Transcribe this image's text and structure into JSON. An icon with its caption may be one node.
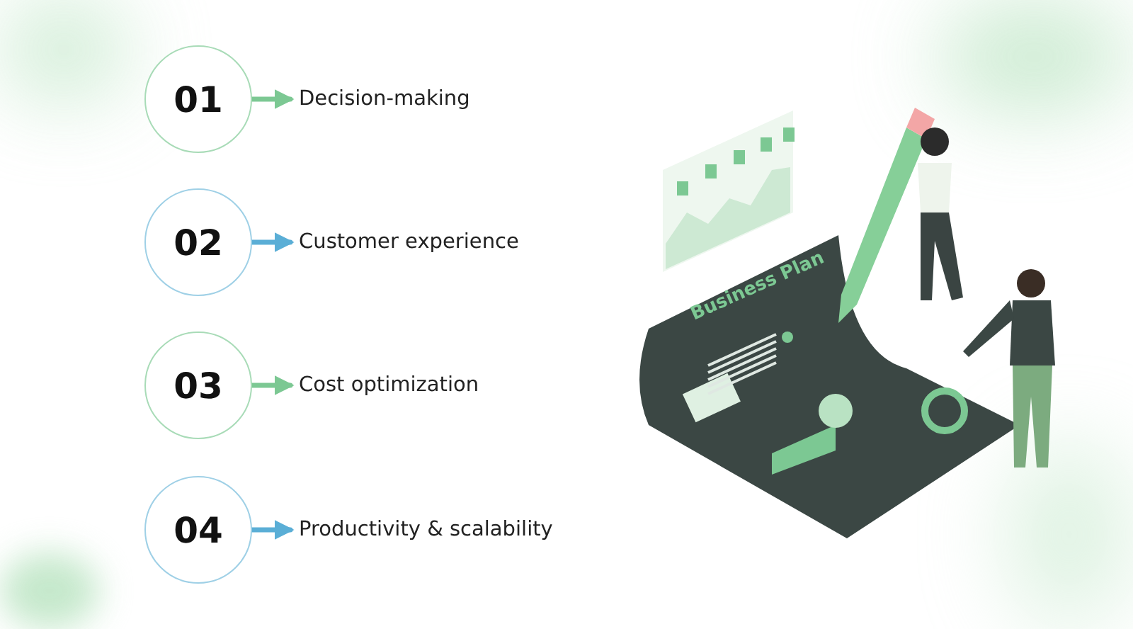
{
  "diagram": {
    "nodes": [
      {
        "text": [
          "01"
        ]
      },
      {
        "text": [
          "Decision-making"
        ]
      },
      {
        "text": [
          "02"
        ]
      },
      {
        "text": [
          "Customer experience"
        ]
      },
      {
        "text": [
          "03"
        ]
      },
      {
        "text": [
          "Cost optimization"
        ]
      },
      {
        "text": [
          "04"
        ]
      },
      {
        "text": [
          "Productivity & scalability"
        ]
      }
    ],
    "edges": [
      {
        "from": 0,
        "to": 1,
        "arrow": "to",
        "color": "#7cc893"
      },
      {
        "from": 2,
        "to": 3,
        "arrow": "to",
        "color": "#5aaed6"
      },
      {
        "from": 4,
        "to": 5,
        "arrow": "to",
        "color": "#7cc893"
      },
      {
        "from": 6,
        "to": 7,
        "arrow": "to",
        "color": "#5aaed6"
      }
    ],
    "labels": [
      "Business Plan"
    ]
  }
}
